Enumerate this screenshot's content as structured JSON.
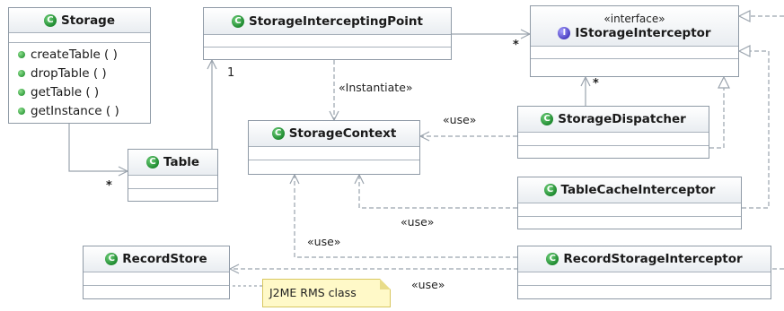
{
  "classes": {
    "storage": {
      "name": "Storage",
      "operations": [
        "createTable ( )",
        "dropTable ( )",
        "getTable ( )",
        "getInstance ( )"
      ]
    },
    "storage_intercepting_point": {
      "name": "StorageInterceptingPoint"
    },
    "istorage_interceptor": {
      "stereotype": "«interface»",
      "name": "IStorageInterceptor"
    },
    "storage_context": {
      "name": "StorageContext"
    },
    "storage_dispatcher": {
      "name": "StorageDispatcher"
    },
    "table": {
      "name": "Table"
    },
    "table_cache_interceptor": {
      "name": "TableCacheInterceptor"
    },
    "record_store": {
      "name": "RecordStore"
    },
    "record_storage_interceptor": {
      "name": "RecordStorageInterceptor"
    }
  },
  "icons": {
    "class_icon": "C",
    "interface_icon": "I"
  },
  "labels": {
    "instantiate": "«Instantiate»",
    "use_dispatcher": "«use»",
    "use_table_cache": "«use»",
    "use_record_storage": "«use»",
    "use_record_store": "«use»"
  },
  "multiplicities": {
    "table_to_sip": "1",
    "storage_to_table": "*",
    "sip_to_interceptor": "*",
    "dispatcher_to_interceptor": "*"
  },
  "note": {
    "text": "J2ME RMS class"
  },
  "colors": {
    "class_icon": "#2f9a3a",
    "interface_icon": "#4b3fc2",
    "line": "#9aa3ad",
    "note_fill": "#fff9c8"
  }
}
